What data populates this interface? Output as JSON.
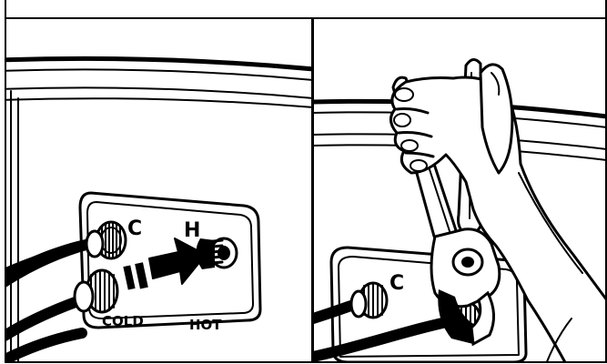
{
  "labels": {
    "cold_valve_letter": "C",
    "hot_valve_letter": "H",
    "cold_caption": "COLD",
    "hot_caption": "HOT",
    "right_valve_letter": "C"
  },
  "colors": {
    "ink": "#000000",
    "paper": "#ffffff"
  }
}
